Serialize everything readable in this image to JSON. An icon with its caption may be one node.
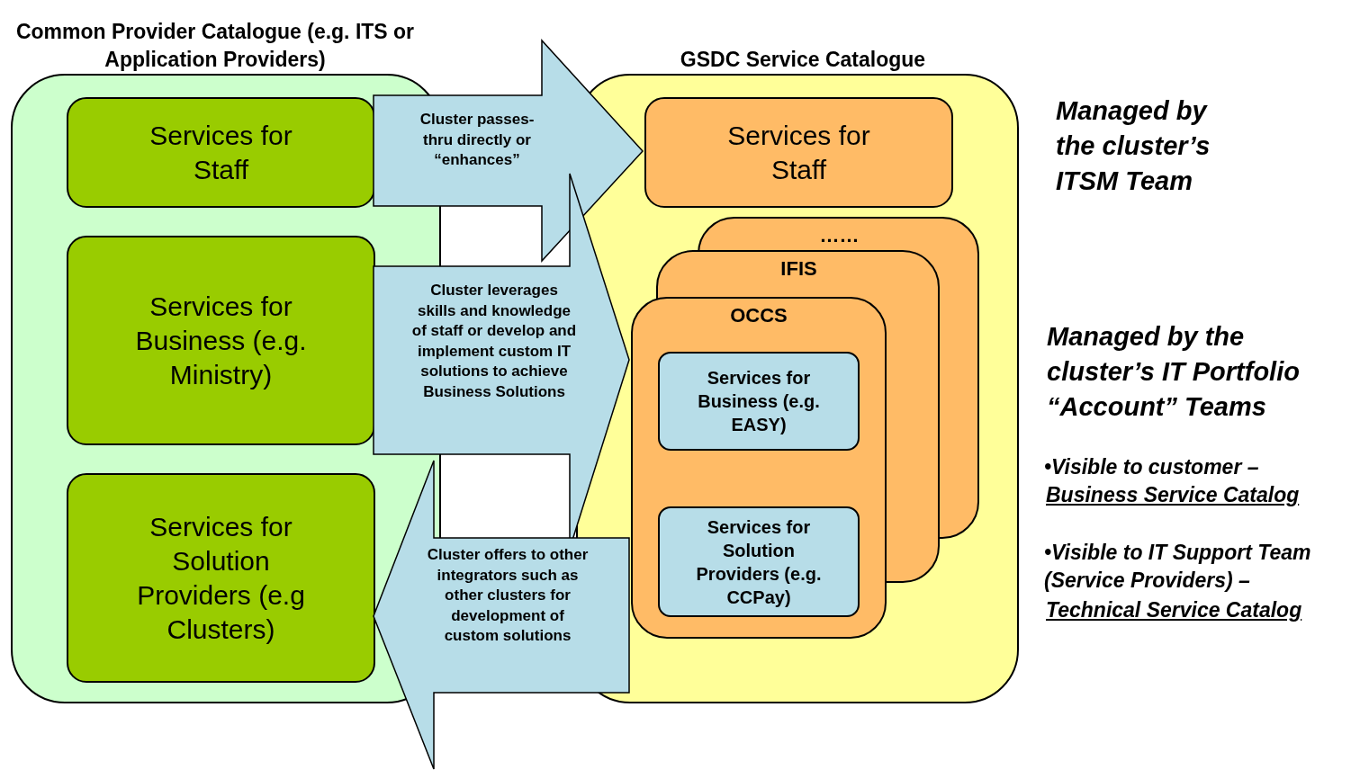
{
  "diagram": {
    "nodes": [
      {
        "text": [
          "Common Provider Catalogue (e.g. ITS or Application Providers)"
        ]
      },
      {
        "text": [
          "Services for Staff"
        ],
        "in": 0
      },
      {
        "text": [
          "Services for Business (e.g. Ministry)"
        ],
        "in": 0
      },
      {
        "text": [
          "Services for Solution Providers (e.g Clusters)"
        ],
        "in": 0
      },
      {
        "text": [
          "GSDC Service Catalogue"
        ]
      },
      {
        "text": [
          "Services for Staff"
        ],
        "in": 4
      },
      {
        "text": [
          "……"
        ],
        "in": 4
      },
      {
        "text": [
          "IFIS"
        ],
        "in": 4
      },
      {
        "text": [
          "OCCS"
        ],
        "in": 4
      },
      {
        "text": [
          "Services for Business (e.g. EASY)"
        ],
        "in": 8
      },
      {
        "text": [
          "Services for Solution Providers (e.g. CCPay)"
        ],
        "in": 8
      }
    ],
    "edges": [
      {
        "from": 1,
        "to": 5,
        "arrow": "to",
        "label": "Cluster passes-thru directly or “enhances”"
      },
      {
        "from": 2,
        "to": 8,
        "arrow": "to",
        "label": "Cluster leverages skills and knowledge of staff or develop and implement custom IT solutions to achieve Business Solutions"
      },
      {
        "from": 8,
        "to": 3,
        "arrow": "to",
        "label": "Cluster offers to other integrators such as other clusters for development of custom solutions"
      }
    ],
    "labels": [
      "Managed by the cluster’s ITSM Team",
      "Managed by the cluster’s IT Portfolio “Account” Teams",
      "•Visible to customer –",
      "Business Service Catalog",
      "•Visible to IT Support Team (Service Providers) –",
      "Technical Service Catalog"
    ]
  }
}
